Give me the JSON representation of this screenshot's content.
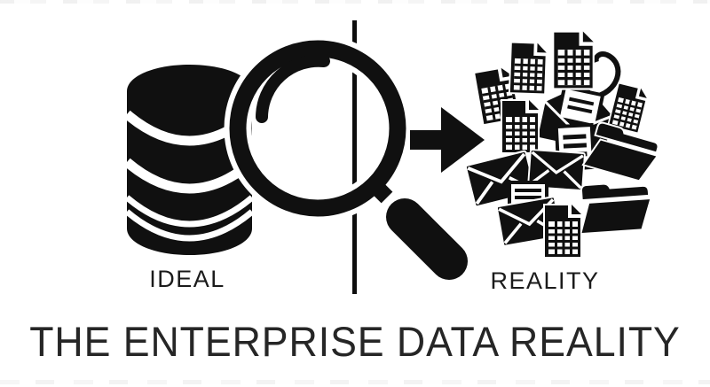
{
  "page": {
    "background_color": "#ffffff",
    "ink_color": "#101010"
  },
  "title": {
    "text": "THE ENTERPRISE DATA REALITY"
  },
  "labels": {
    "ideal": "IDEAL",
    "reality": "REALITY"
  },
  "icons": {
    "left_side": [
      "database-icon"
    ],
    "center": [
      "divider-line",
      "magnifier-icon",
      "arrow-right-icon"
    ],
    "reality_cluster": [
      "swoosh-icon",
      "open-envelope-icon",
      "spreadsheet-icon",
      "spreadsheet-icon",
      "spreadsheet-icon",
      "spreadsheet-icon",
      "spreadsheet-icon",
      "letter-icon",
      "envelope-icon",
      "envelope-icon",
      "letter-icon",
      "envelope-icon",
      "spreadsheet-icon",
      "folder-icon",
      "folder-icon"
    ]
  }
}
